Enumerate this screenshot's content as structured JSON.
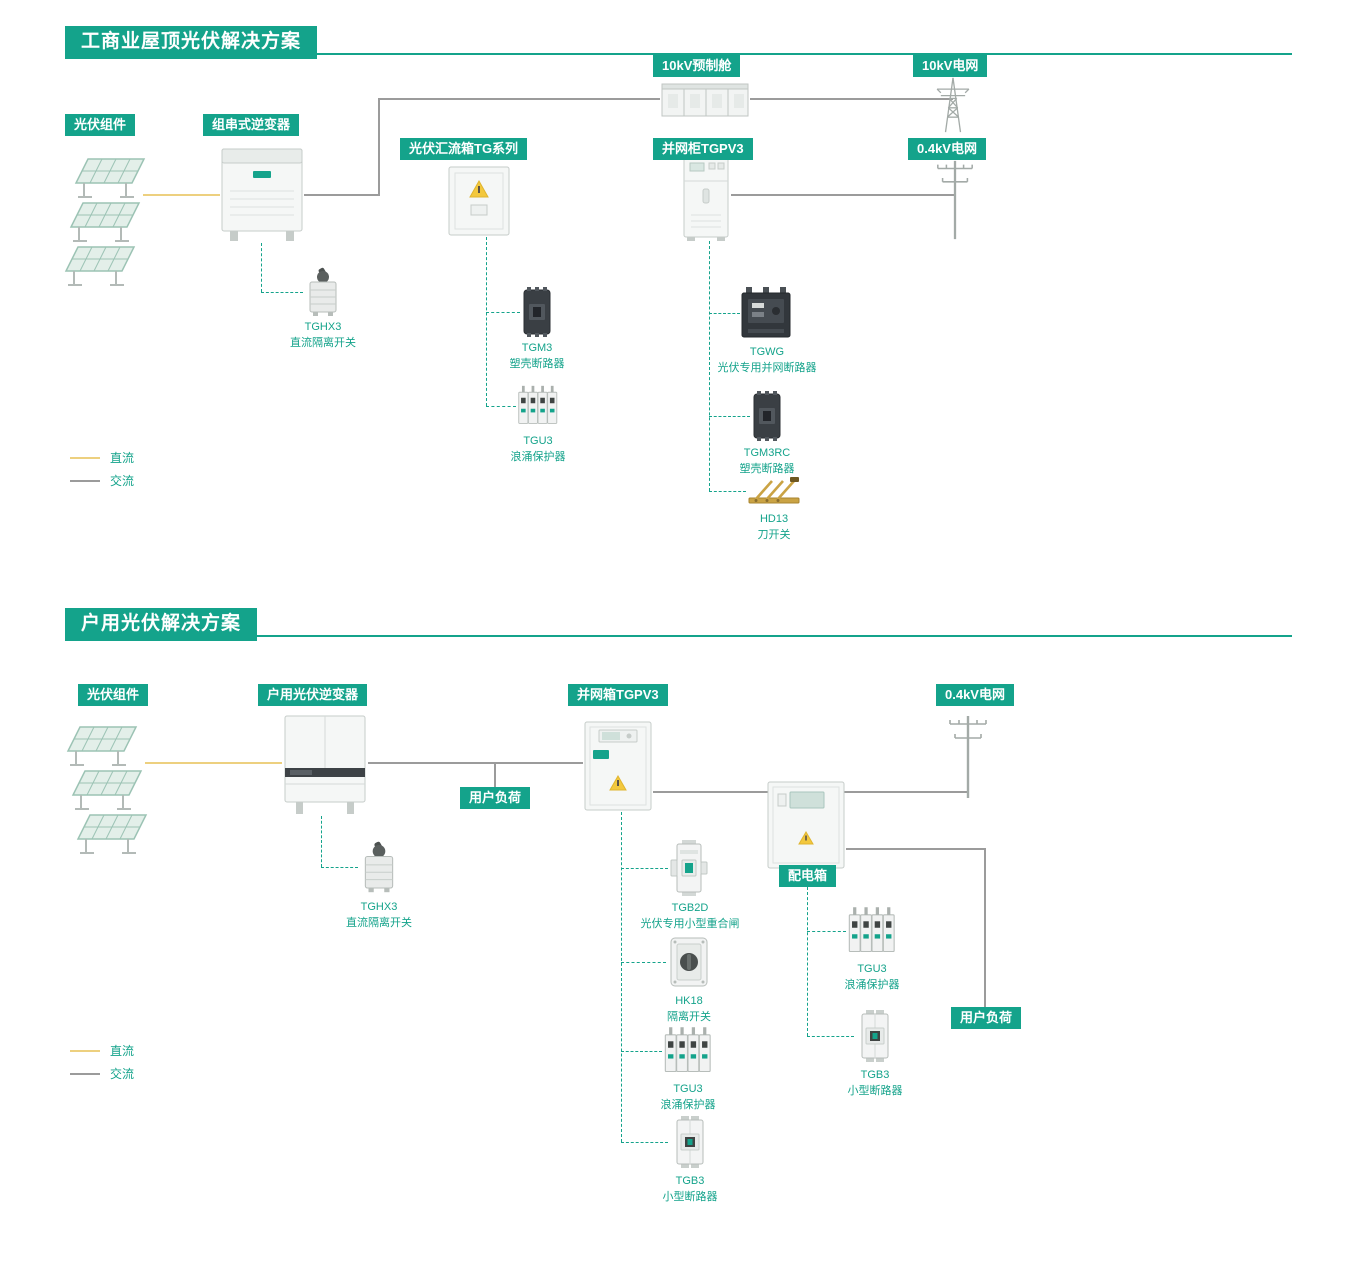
{
  "palette": {
    "teal": "#14A38B",
    "dc": "#EDD07F",
    "ac": "#9B9B9B"
  },
  "s1": {
    "title": "工商业屋顶光伏解决方案",
    "badges": {
      "pv": "光伏组件",
      "inverter": "组串式逆变器",
      "combiner": "光伏汇流箱TG系列",
      "cabin": "10kV预制舱",
      "cabinet": "并网柜TGPV3",
      "grid10": "10kV电网",
      "grid04": "0.4kV电网"
    },
    "parts": {
      "tghx3": {
        "model": "TGHX3",
        "name": "直流隔离开关"
      },
      "tgm3": {
        "model": "TGM3",
        "name": "塑壳断路器"
      },
      "tgu3": {
        "model": "TGU3",
        "name": "浪涌保护器"
      },
      "tgwg": {
        "model": "TGWG",
        "name": "光伏专用并网断路器"
      },
      "tgm3rc": {
        "model": "TGM3RC",
        "name": "塑壳断路器"
      },
      "hd13": {
        "model": "HD13",
        "name": "刀开关"
      }
    },
    "legend": {
      "dc": "直流",
      "ac": "交流"
    }
  },
  "s2": {
    "title": "户用光伏解决方案",
    "badges": {
      "pv": "光伏组件",
      "inverter": "户用光伏逆变器",
      "gridbox": "并网箱TGPV3",
      "grid04": "0.4kV电网",
      "load1": "用户负荷",
      "distbox": "配电箱",
      "load2": "用户负荷"
    },
    "parts": {
      "tghx3": {
        "model": "TGHX3",
        "name": "直流隔离开关"
      },
      "tgb2d": {
        "model": "TGB2D",
        "name": "光伏专用小型重合闸"
      },
      "hk18": {
        "model": "HK18",
        "name": "隔离开关"
      },
      "tgu3a": {
        "model": "TGU3",
        "name": "浪涌保护器"
      },
      "tgb3a": {
        "model": "TGB3",
        "name": "小型断路器"
      },
      "tgu3b": {
        "model": "TGU3",
        "name": "浪涌保护器"
      },
      "tgb3b": {
        "model": "TGB3",
        "name": "小型断路器"
      }
    },
    "legend": {
      "dc": "直流",
      "ac": "交流"
    }
  }
}
